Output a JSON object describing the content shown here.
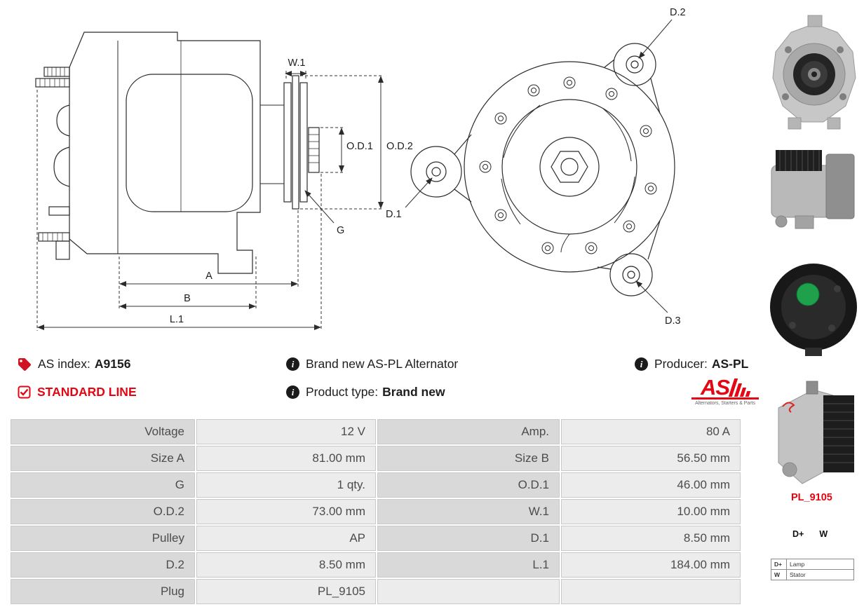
{
  "colors": {
    "accent": "#e30613",
    "table_label_bg": "#d9d9d9",
    "table_value_bg": "#ececec"
  },
  "info": {
    "as_index_label": "AS index:",
    "as_index_value": "A9156",
    "standard_line": "STANDARD LINE",
    "brand_new_text": "Brand new AS-PL Alternator",
    "product_type_label": "Product type:",
    "product_type_value": "Brand new",
    "producer_label": "Producer:",
    "producer_value": "AS-PL",
    "logo_text": "AS",
    "logo_caption": "Alternators, Starters & Parts"
  },
  "diagram": {
    "w1": "W.1",
    "od1": "O.D.1",
    "od2": "O.D.2",
    "g": "G",
    "a": "A",
    "b": "B",
    "l1": "L.1",
    "d1": "D.1",
    "d2": "D.2",
    "d3": "D.3"
  },
  "sidebar": {
    "plug_code": "PL_9105",
    "terminal_1": "D+",
    "terminal_2": "W",
    "legend": [
      {
        "key": "D+",
        "value": "Lamp"
      },
      {
        "key": "W",
        "value": "Stator"
      }
    ]
  },
  "spec_table": {
    "rows": [
      {
        "l1": "Voltage",
        "v1": "12 V",
        "l2": "Amp.",
        "v2": "80 A"
      },
      {
        "l1": "Size A",
        "v1": "81.00 mm",
        "l2": "Size B",
        "v2": "56.50 mm"
      },
      {
        "l1": "G",
        "v1": "1 qty.",
        "l2": "O.D.1",
        "v2": "46.00 mm"
      },
      {
        "l1": "O.D.2",
        "v1": "73.00 mm",
        "l2": "W.1",
        "v2": "10.00 mm"
      },
      {
        "l1": "Pulley",
        "v1": "AP",
        "l2": "D.1",
        "v2": "8.50 mm"
      },
      {
        "l1": "D.2",
        "v1": "8.50 mm",
        "l2": "L.1",
        "v2": "184.00 mm"
      },
      {
        "l1": "Plug",
        "v1": "PL_9105",
        "l2": "",
        "v2": ""
      }
    ]
  }
}
